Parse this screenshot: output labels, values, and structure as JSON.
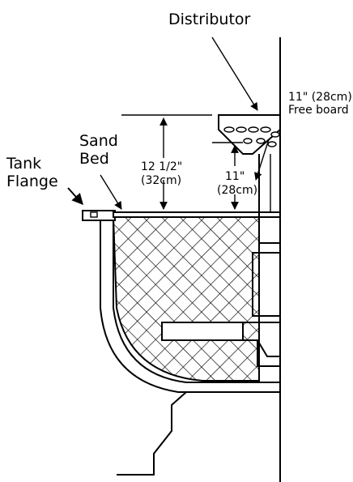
{
  "labels": {
    "distributor": "Distributor",
    "freeboard_line1": "11\" (28cm)",
    "freeboard_line2": "Free board",
    "depth_line1": "12 1/2\"",
    "depth_line2": "(32cm)",
    "fill_line1": "11\"",
    "fill_line2": "(28cm)",
    "sand_line1": "Sand",
    "sand_line2": "Bed",
    "tank_line1": "Tank",
    "tank_line2": "Flange"
  },
  "colors": {
    "ink": "#000000",
    "background": "#ffffff"
  }
}
